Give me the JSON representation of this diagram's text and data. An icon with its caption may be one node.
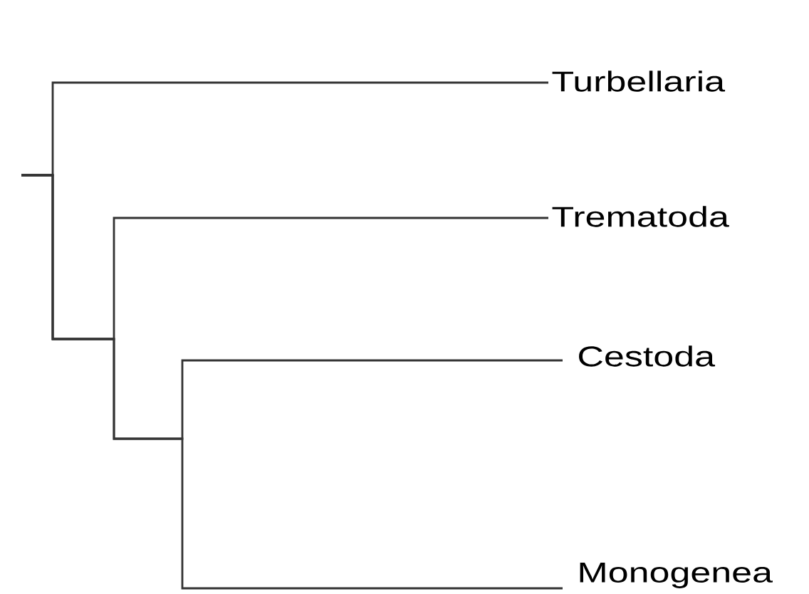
{
  "diagram": {
    "nodes": [
      {
        "text": [
          "Turbellaria"
        ]
      },
      {
        "text": [
          "Trematoda"
        ]
      },
      {
        "text": [
          "Cestoda"
        ]
      },
      {
        "text": [
          "Monogenea"
        ]
      }
    ],
    "edges": [
      {
        "from": null,
        "to": 0,
        "arrow": "none"
      },
      {
        "from": null,
        "to": 1,
        "arrow": "none"
      },
      {
        "from": null,
        "to": 2,
        "arrow": "none"
      },
      {
        "from": null,
        "to": 3,
        "arrow": "none"
      }
    ]
  }
}
